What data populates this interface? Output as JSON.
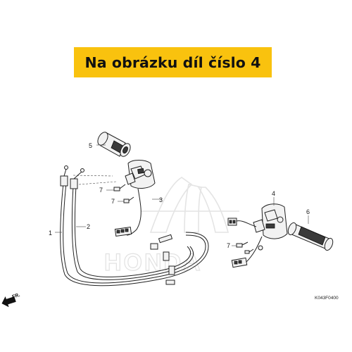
{
  "banner": {
    "text": "Na obrázku díl číslo 4",
    "color": "#f9c20e"
  },
  "watermark": {
    "brand": "HONDA"
  },
  "diagram": {
    "callouts": [
      "1",
      "2",
      "3",
      "4",
      "5",
      "6",
      "7",
      "7",
      "7"
    ],
    "direction_label": "FR.",
    "drawing_code": "K043F0400"
  }
}
